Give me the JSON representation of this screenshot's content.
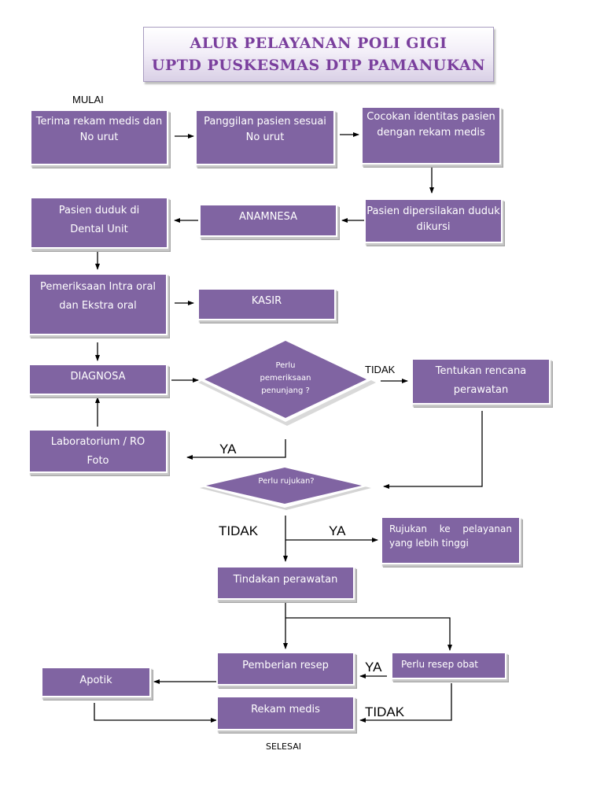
{
  "title": {
    "line1": "ALUR PELAYANAN POLI GIGI",
    "line2": "UPTD PUSKESMAS DTP PAMANUKAN"
  },
  "colors": {
    "box_fill": "#8064a2",
    "box_text": "#ffffff",
    "title_text": "#7a3f9d",
    "connector": "#000000"
  },
  "start_label": "MULAI",
  "end_label": "SELESAI",
  "steps": {
    "terima_rekam_medis": "Terima rekam medis dan No urut",
    "panggilan_pasien": "Panggilan pasien sesuai No urut",
    "cocokan_identitas": "Cocokan identitas pasien dengan rekam medis",
    "pasien_dipersilakan": "Pasien dipersilakan duduk dikursi",
    "anamnesa": "ANAMNESA",
    "pasien_duduk": "Pasien duduk di Dental Unit",
    "pemeriksaan": "Pemeriksaan Intra oral dan Ekstra oral",
    "kasir": "KASIR",
    "diagnosa": "DIAGNOSA",
    "laboratorium": "Laboratorium / RO Foto",
    "tentukan_rencana": "Tentukan rencana perawatan",
    "rujukan": "Rujukan ke pelayanan yang lebih tinggi",
    "tindakan": "Tindakan perawatan",
    "pemberian_resep": "Pemberian resep",
    "perlu_resep_obat": "Perlu resep obat",
    "apotik": "Apotik",
    "rekam_medis": "Rekam medis"
  },
  "decisions": {
    "perlu_pemeriksaan": [
      "Perlu",
      "pemeriksaan",
      "penunjang ?"
    ],
    "perlu_rujukan": "Perlu rujukan?"
  },
  "edge_labels": {
    "tidak_1": "TIDAK",
    "ya_1": "YA",
    "tidak_2": "TIDAK",
    "ya_2": "YA",
    "ya_3": "YA",
    "tidak_3": "TIDAK"
  }
}
